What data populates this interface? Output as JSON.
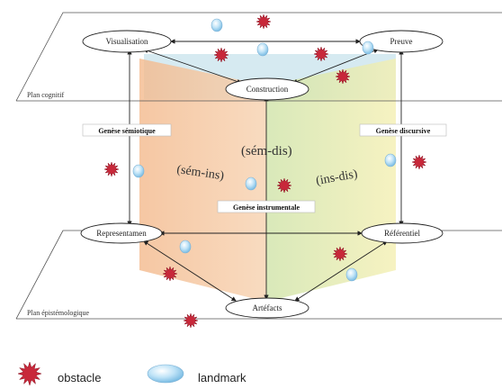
{
  "planes": {
    "top": "Plan cognitif",
    "bottom": "Plan épistémologique"
  },
  "nodes": {
    "visualisation": "Visualisation",
    "preuve": "Preuve",
    "construction": "Construction",
    "representamen": "Representamen",
    "referentiel": "Référentiel",
    "artefacts": "Artéfacts"
  },
  "geneses": {
    "semiotique": "Genèse sémiotique",
    "discursive": "Genèse discursive",
    "instrumentale": "Genèse instrumentale"
  },
  "modes": {
    "sem_dis": "(sém-dis)",
    "sem_ins": "(sém-ins)",
    "ins_dis": "(ins-dis)"
  },
  "legend": {
    "obstacle": "obstacle",
    "landmark": "landmark"
  },
  "colors": {
    "sem_ins_plane": "#f5c6a0",
    "ins_dis_plane": "#d6e8b4",
    "sem_dis_plane": "#cfe6ee",
    "yellow_plane": "#f7efb8",
    "obstacle": "#c8283a",
    "landmark": "#a9d8f2"
  }
}
